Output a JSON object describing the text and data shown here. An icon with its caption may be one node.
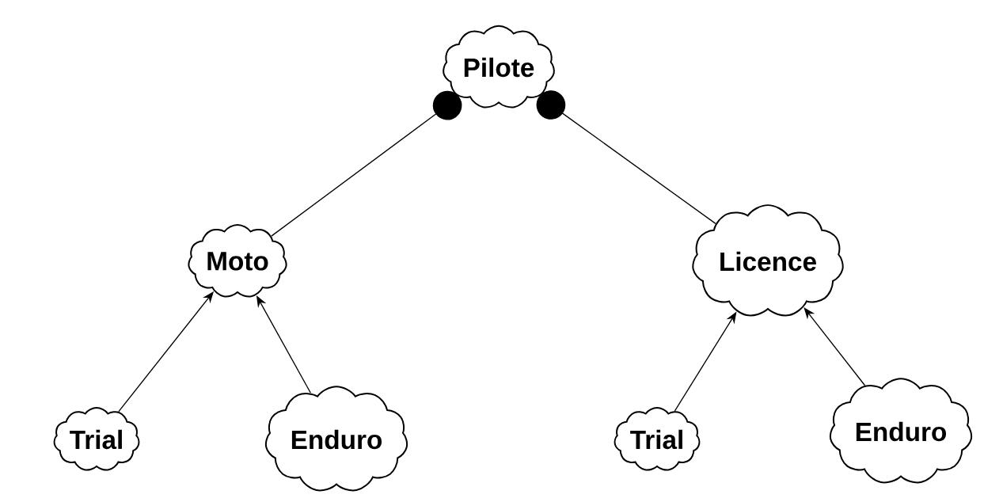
{
  "diagram": {
    "nodes": [
      {
        "text": [
          "Pilote"
        ]
      },
      {
        "text": [
          "Moto"
        ]
      },
      {
        "text": [
          "Licence"
        ]
      },
      {
        "text": [
          "Trial"
        ]
      },
      {
        "text": [
          "Enduro"
        ]
      },
      {
        "text": [
          "Trial"
        ]
      },
      {
        "text": [
          "Enduro"
        ]
      }
    ],
    "edges": [
      {
        "from": 0,
        "to": 1,
        "arrow": "other"
      },
      {
        "from": 0,
        "to": 2,
        "arrow": "other"
      },
      {
        "from": 3,
        "to": 1,
        "arrow": "to"
      },
      {
        "from": 4,
        "to": 1,
        "arrow": "to"
      },
      {
        "from": 5,
        "to": 2,
        "arrow": "to"
      },
      {
        "from": 6,
        "to": 2,
        "arrow": "to"
      }
    ]
  }
}
